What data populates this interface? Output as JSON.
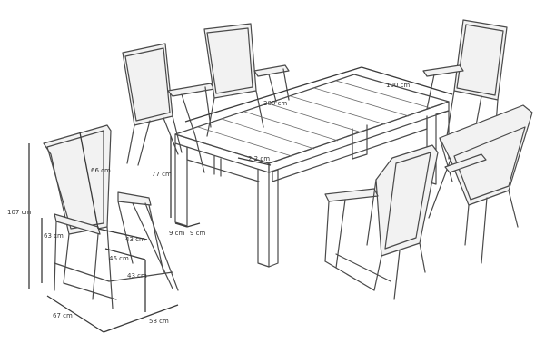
{
  "dimensions": {
    "table_length": "200 cm",
    "table_width": "100 cm",
    "table_height": "77 cm",
    "top_thickness": "2,2 cm",
    "leg_depth": "9 cm",
    "leg_width": "9 cm",
    "chair_height": "107 cm",
    "backrest_height": "66 cm",
    "armrest_height": "63 cm",
    "seat_width": "43 cm",
    "seat_depth": "46 cm",
    "seat_height": "43 cm",
    "chair_depth": "67 cm",
    "chair_width": "58 cm"
  },
  "colors": {
    "line": "#4a4a4a",
    "dimension": "#3a3a3a",
    "background": "#ffffff"
  }
}
